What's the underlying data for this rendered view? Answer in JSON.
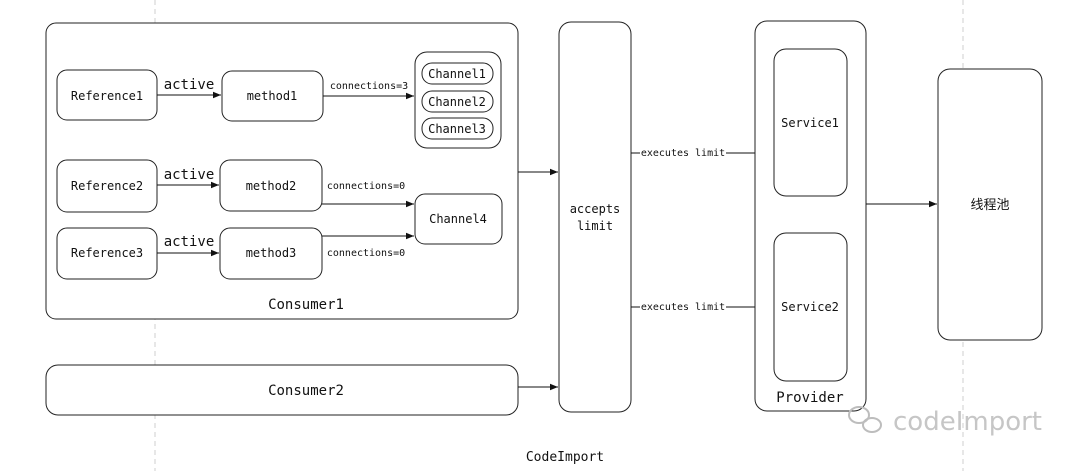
{
  "consumer1": {
    "label": "Consumer1",
    "references": [
      "Reference1",
      "Reference2",
      "Reference3"
    ],
    "active_label": "active",
    "methods": [
      "method1",
      "method2",
      "method3"
    ],
    "connections": [
      "connections=3",
      "connections=0",
      "connections=0"
    ],
    "channels": [
      "Channel1",
      "Channel2",
      "Channel3"
    ],
    "channel4": "Channel4"
  },
  "consumer2": {
    "label": "Consumer2"
  },
  "accepts_limit": {
    "line1": "accepts",
    "line2": "limit"
  },
  "executes_limit": [
    "executes limit",
    "executes limit"
  ],
  "provider": {
    "label": "Provider",
    "services": [
      "Service1",
      "Service2"
    ]
  },
  "thread_pool": {
    "label": "线程池"
  },
  "watermark": {
    "text": "codeImport"
  },
  "caption": {
    "text": "CodeImport"
  },
  "colors": {
    "stroke": "#222222",
    "background": "#ffffff",
    "watermark": "#c8c8c8",
    "guide": "#cfcfcf"
  }
}
